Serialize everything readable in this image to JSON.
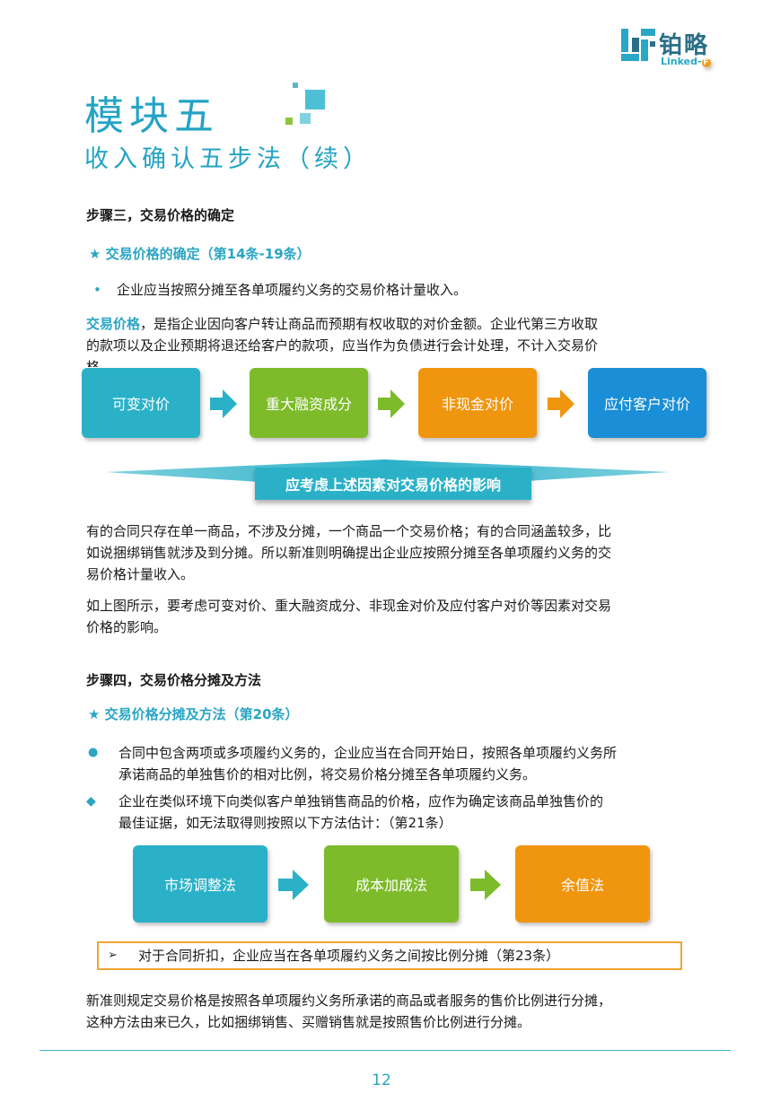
{
  "logo": {
    "cn": "铂略",
    "en": "Linked-",
    "en_box": "F"
  },
  "heading": {
    "title": "模块五",
    "subtitle": "收入确认五步法（续）"
  },
  "step3": {
    "heading": "步骤三，交易价格的确定",
    "star": "★ 交易价格的确定（第14条-19条）",
    "bullet_marker": "•",
    "bullet": "企业应当按照分摊至各单项履约义务的交易价格计量收入。",
    "def_term": "交易价格",
    "def_line1": "，是指企业因向客户转让商品而预期有权收取的对价金额。企业代第三方收取",
    "def_line2": "的款项以及企业预期将退还给客户的款项，应当作为负债进行会计处理，不计入交易价",
    "def_line3": "格。",
    "boxes": [
      "可变对价",
      "重大融资成分",
      "非现金对价",
      "应付客户对价"
    ],
    "banner": "应考虑上述因素对交易价格的影响",
    "para1_lines": [
      "有的合同只存在单一商品，不涉及分摊，一个商品一个交易价格；有的合同涵盖较多，比",
      "如说捆绑销售就涉及到分摊。所以新准则明确提出企业应按照分摊至各单项履约义务的交",
      "易价格计量收入。"
    ],
    "para2_lines": [
      "如上图所示，要考虑可变对价、重大融资成分、非现金对价及应付客户对价等因素对交易",
      "价格的影响。"
    ]
  },
  "step4": {
    "heading": "步骤四，交易价格分摊及方法",
    "star": "★ 交易价格分摊及方法（第20条）",
    "b1_marker": "●",
    "b1_lines": [
      "合同中包含两项或多项履约义务的，企业应当在合同开始日，按照各单项履约义务所",
      "承诺商品的单独售价的相对比例，将交易价格分摊至各单项履约义务。"
    ],
    "b2_marker": "◆",
    "b2_lines": [
      "企业在类似环境下向类似客户单独销售商品的价格，应作为确定该商品单独售价的",
      "最佳证据，如无法取得则按照以下方法估计：（第21条）"
    ],
    "boxes": [
      "市场调整法",
      "成本加成法",
      "余值法"
    ],
    "note_marker": "➢",
    "note": "对于合同折扣，企业应当在各单项履约义务之间按比例分摊（第23条）",
    "para_lines": [
      "新准则规定交易价格是按照各单项履约义务所承诺的商品或者服务的售价比例进行分摊，",
      "这种方法由来已久，比如捆绑销售、买赠销售就是按照售价比例进行分摊。"
    ]
  },
  "colors": {
    "teal": "#2aa5c4",
    "green": "#7dbb2b",
    "orange": "#f0950e",
    "blue": "#1a8ed6"
  },
  "page_number": "12"
}
